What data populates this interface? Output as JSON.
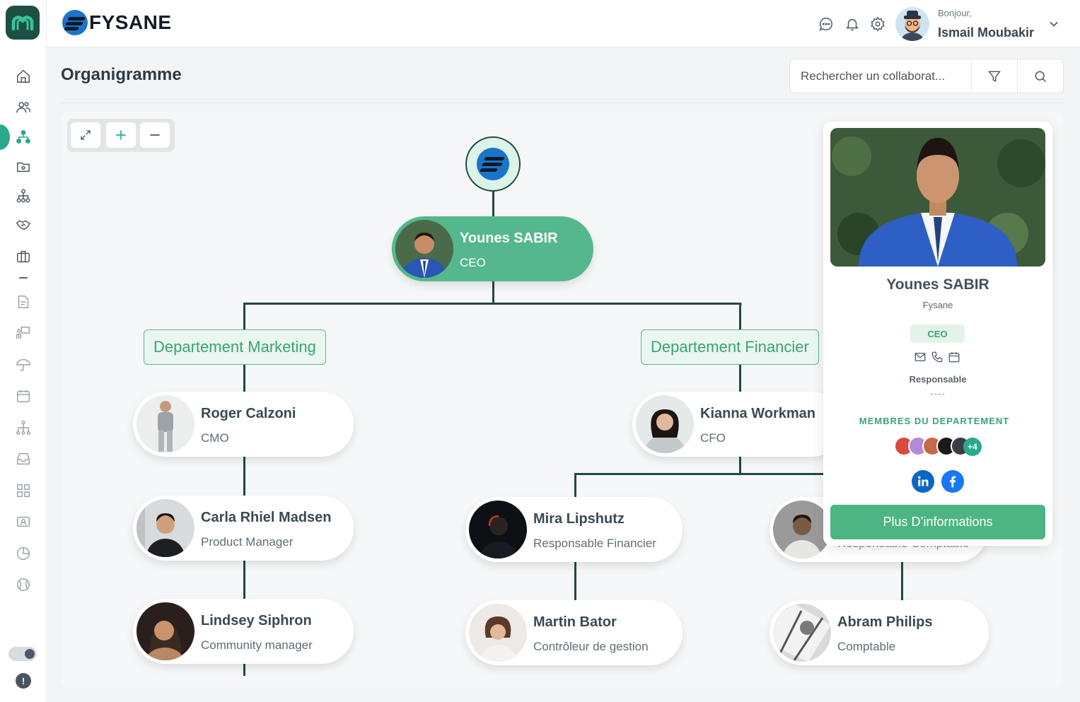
{
  "brand": {
    "name": "FYSANE"
  },
  "header": {
    "greeting": "Bonjour,",
    "user_name": "Ismail Moubakir"
  },
  "page": {
    "title": "Organigramme",
    "search_placeholder": "Rechercher un collaborat..."
  },
  "ceo": {
    "name": "Younes SABIR",
    "role": "CEO"
  },
  "departments": [
    {
      "label": "Departement Marketing"
    },
    {
      "label": "Departement Financier"
    }
  ],
  "marketing": [
    {
      "name": "Roger Calzoni",
      "role": "CMO"
    },
    {
      "name": "Carla Rhiel Madsen",
      "role": "Product Manager"
    },
    {
      "name": "Lindsey Siphron",
      "role": "Community manager"
    }
  ],
  "finance": {
    "head": {
      "name": "Kianna Workman",
      "role": "CFO"
    },
    "left": [
      {
        "name": "Mira Lipshutz",
        "role": "Responsable Financier"
      },
      {
        "name": "Martin Bator",
        "role": "Contrôleur de gestion"
      }
    ],
    "right": [
      {
        "name": "Abram Philips",
        "role": "Comptable"
      }
    ],
    "right_hidden_role": "Responsable Comptable"
  },
  "card": {
    "name": "Younes SABIR",
    "company": "Fysane",
    "badge": "CEO",
    "responsable_label": "Responsable",
    "responsable_value": "----",
    "members_title": "MEMBRES DU DEPARTEMENT",
    "members_more": "+4",
    "more_button": "Plus D’informations"
  },
  "colors": {
    "accent": "#54b88c",
    "dark_line": "#1f4a42",
    "brand_blue": "#1a75c8"
  }
}
